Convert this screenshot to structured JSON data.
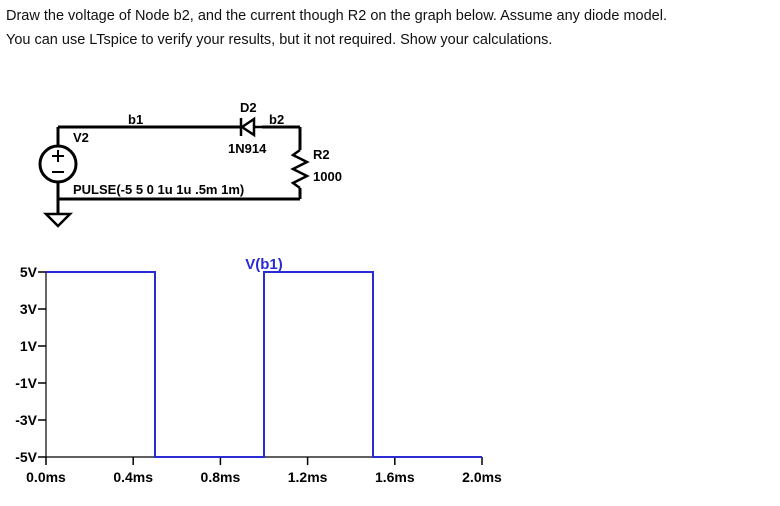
{
  "question": {
    "line1": "Draw the voltage of Node b2, and the current though R2 on the graph below.  Assume any diode model.",
    "line2": "You can use LTspice to verify your results, but it not required. Show your calculations."
  },
  "schematic": {
    "node_b1": "b1",
    "node_b2": "b2",
    "diode_ref": "D2",
    "diode_model": "1N914",
    "source_ref": "V2",
    "source_value": "PULSE(-5 5 0 1u 1u .5m 1m)",
    "resistor_ref": "R2",
    "resistor_value": "1000"
  },
  "colors": {
    "trace": "#2b2bd6",
    "grid": "#000000",
    "trace_label": "#2b2bd6"
  },
  "chart_data": {
    "type": "line",
    "title": "",
    "xlabel": "",
    "ylabel": "",
    "trace_label": "V(b1)",
    "xlim": [
      0,
      2.0
    ],
    "ylim": [
      -5,
      5
    ],
    "x_ticks": [
      "0.0ms",
      "0.4ms",
      "0.8ms",
      "1.2ms",
      "1.6ms",
      "2.0ms"
    ],
    "y_ticks": [
      "5V",
      "3V",
      "1V",
      "-1V",
      "-3V",
      "-5V"
    ],
    "y_tick_values": [
      5,
      3,
      1,
      -1,
      -3,
      -5
    ],
    "x_tick_values": [
      0.0,
      0.4,
      0.8,
      1.2,
      1.6,
      2.0
    ],
    "series": [
      {
        "name": "V(b1)",
        "x": [
          0.0,
          0.5,
          0.5,
          1.0,
          1.0,
          1.5,
          1.5,
          2.0
        ],
        "y": [
          5,
          5,
          -5,
          -5,
          5,
          5,
          -5,
          -5
        ]
      }
    ]
  }
}
